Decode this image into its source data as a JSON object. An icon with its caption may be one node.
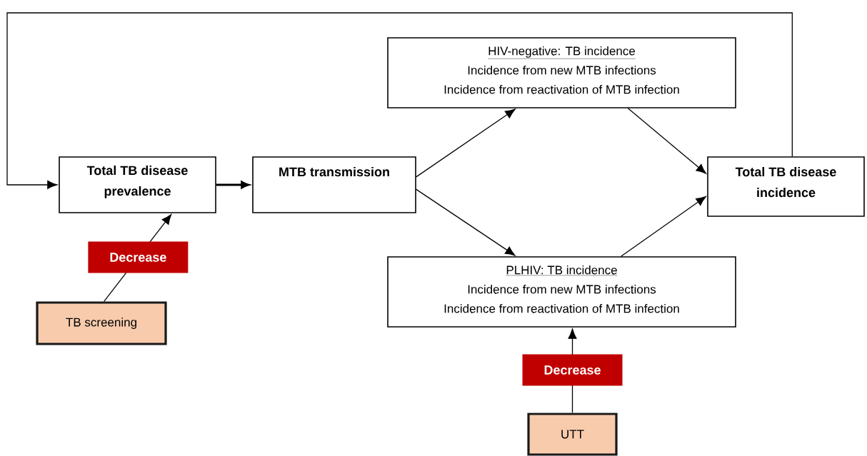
{
  "diagram": {
    "nodes": [
      {
        "text": [
          "Total TB disease prevalence"
        ]
      },
      {
        "text": [
          "MTB transmission"
        ]
      },
      {
        "text": [
          "HIV-negative: TB incidence",
          "Incidence from new MTB infections",
          "Incidence from reactivation of MTB infection"
        ]
      },
      {
        "text": [
          "PLHIV: TB incidence",
          "Incidence from new MTB infections",
          "Incidence from reactivation of MTB infection"
        ]
      },
      {
        "text": [
          "Total TB disease incidence"
        ]
      },
      {
        "text": [
          "TB screening"
        ]
      },
      {
        "text": [
          "UTT"
        ]
      }
    ],
    "edges": [
      {
        "from": 4,
        "to": 0,
        "arrow": "to"
      },
      {
        "from": 0,
        "to": 1,
        "arrow": "to",
        "style": "thick"
      },
      {
        "from": 1,
        "to": 2,
        "arrow": "to"
      },
      {
        "from": 1,
        "to": 3,
        "arrow": "to"
      },
      {
        "from": 2,
        "to": 4,
        "arrow": "to"
      },
      {
        "from": 3,
        "to": 4,
        "arrow": "to"
      },
      {
        "from": 5,
        "to": 0,
        "arrow": "to",
        "label": "Decrease"
      },
      {
        "from": 6,
        "to": 3,
        "arrow": "to",
        "label": "Decrease"
      }
    ]
  }
}
